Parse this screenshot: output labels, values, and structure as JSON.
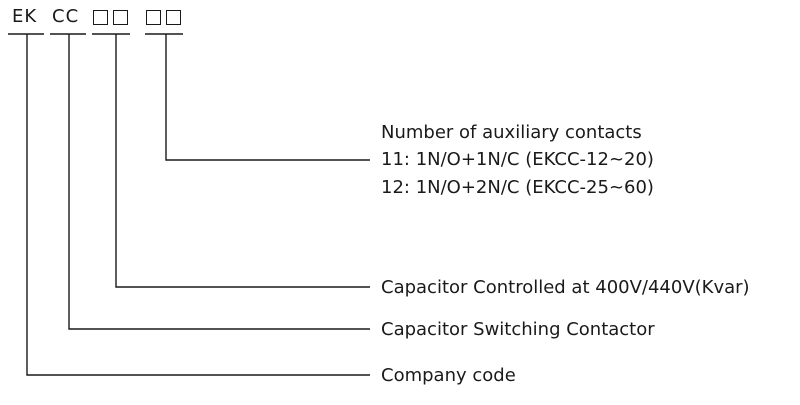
{
  "code": {
    "prefix_company": "EK",
    "prefix_type": "CC"
  },
  "descriptions": {
    "auxiliary": {
      "title": "Number of auxiliary contacts",
      "option_11": "11: 1N/O+1N/C (EKCC-12~20)",
      "option_12": "12: 1N/O+2N/C (EKCC-25~60)"
    },
    "capacitor_rating": "Capacitor Controlled at 400V/440V(Kvar)",
    "switching_contactor": "Capacitor Switching Contactor",
    "company_code": "Company code"
  }
}
